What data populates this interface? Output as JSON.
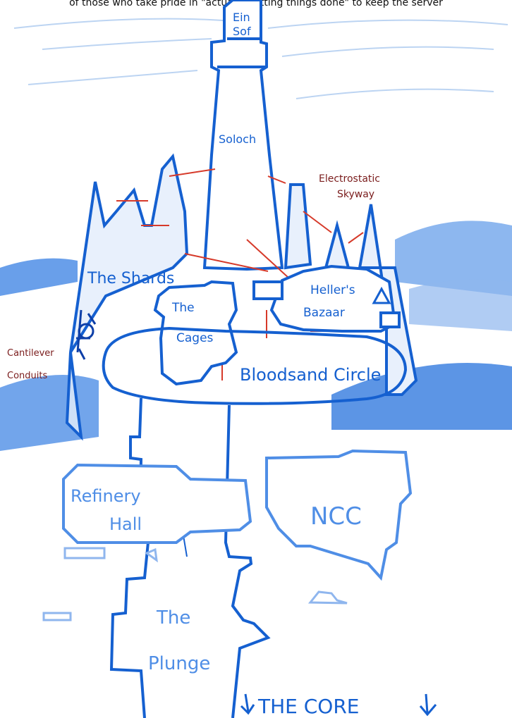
{
  "caption": "of those who take pride in \"actually getting things done\" to keep the server",
  "colors": {
    "ink_blue": "#1560d0",
    "light_blue": "#4f8ee6",
    "pale_blue": "#bcd4f2",
    "red_line": "#d63a2a",
    "dark_red_text": "#7a1c1c",
    "background": "#ffffff"
  },
  "labels": {
    "ein": "Ein",
    "sof": "Sof",
    "soloch": "Soloch",
    "electrostatic": "Electrostatic",
    "skyway": "Skyway",
    "the_shards": "The Shards",
    "hellers": "Heller's",
    "bazaar": "Bazaar",
    "the": "The",
    "cages": "Cages",
    "cantilever": "Cantilever",
    "conduits": "Conduits",
    "bloodsand_circle": "Bloodsand Circle",
    "refinery": "Refinery",
    "hall": "Hall",
    "ncc": "NCC",
    "the_plunge_1": "The",
    "plunge": "Plunge",
    "the_core": "THE CORE"
  }
}
